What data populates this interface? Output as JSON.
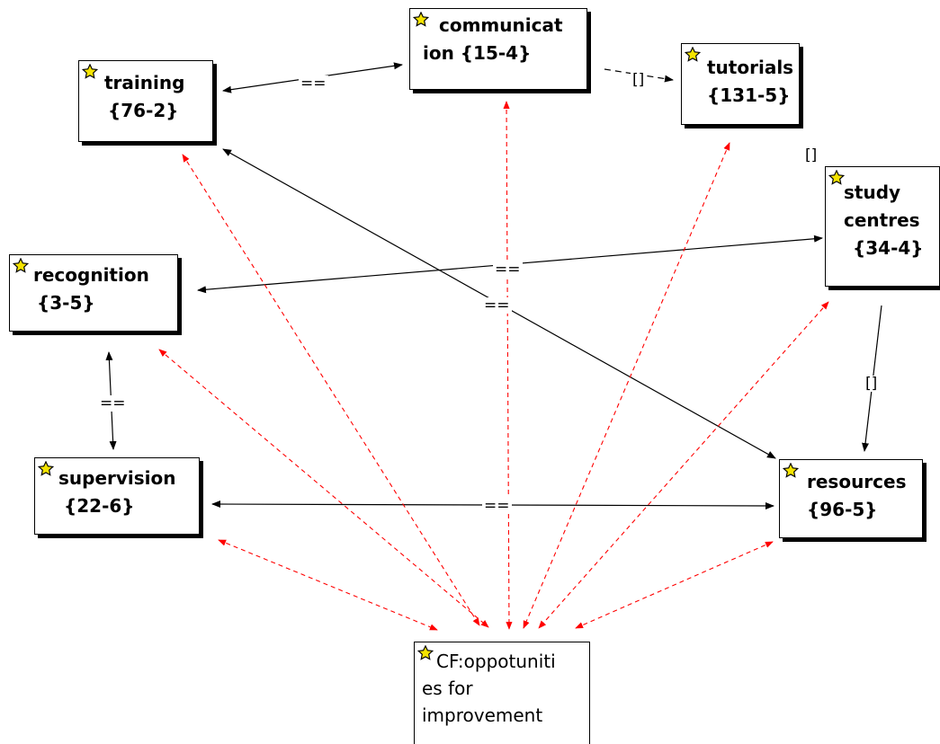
{
  "nodes": {
    "communication": {
      "line1": "communicat",
      "line2": "ion {15-4}"
    },
    "training": {
      "line1": "training",
      "line2": "{76-2}"
    },
    "tutorials": {
      "line1": "tutorials",
      "line2": "{131-5}"
    },
    "study_centres": {
      "line1": "study",
      "line2": "centres",
      "line3": "{34-4}"
    },
    "recognition": {
      "line1": "recognition",
      "line2": "{3-5}"
    },
    "supervision": {
      "line1": "supervision",
      "line2": "{22-6}"
    },
    "resources": {
      "line1": "resources",
      "line2": "{96-5}"
    },
    "cf": {
      "line1": "CF:oppotuniti",
      "line2": "es for",
      "line3": "improvement"
    }
  },
  "edge_labels": {
    "training_communication": "==",
    "communication_tutorials": "[]",
    "tutorials_study_centres": "[]",
    "recognition_study_centres": "==",
    "training_resources": "==",
    "recognition_supervision": "==",
    "study_centres_resources": "[]",
    "supervision_resources": "=="
  },
  "colors": {
    "solid_edge": "#000000",
    "dashed_edge": "#ff0000",
    "star_fill": "#f5e400"
  }
}
